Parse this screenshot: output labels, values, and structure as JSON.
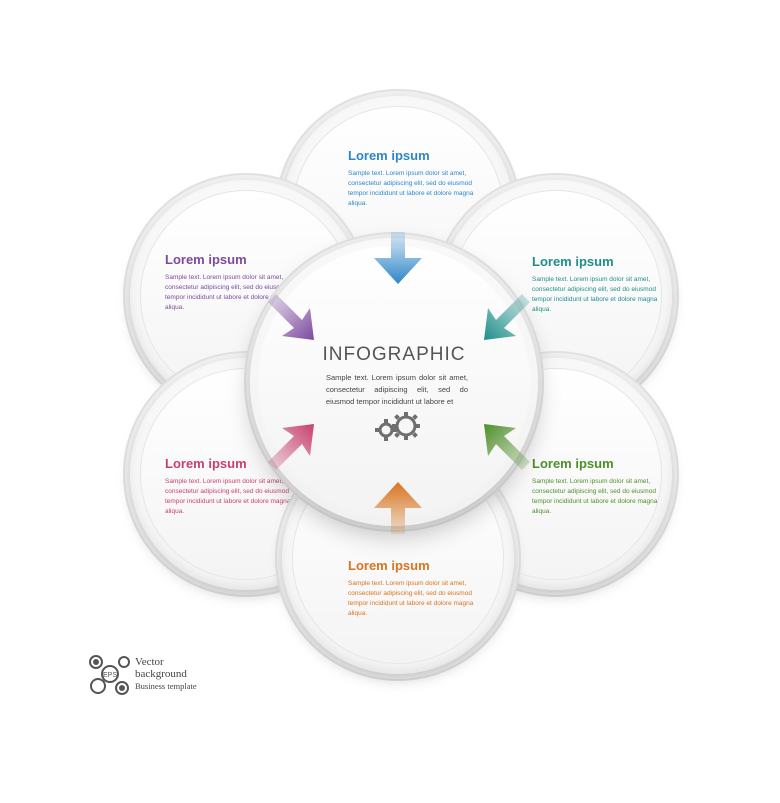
{
  "center": {
    "title": "INFOGRAPHIC",
    "body": "Sample text. Lorem ipsum dolor sit amet, consectetur adipiscing elit, sed do eiusmod tempor incididunt ut labore et"
  },
  "petals": [
    {
      "title": "Lorem ipsum",
      "body": "Sample text. Lorem ipsum dolor sit amet, consectetur adipiscing elit, sed do eiusmod tempor incididunt ut labore et dolore magna aliqua.",
      "color": "#2e86c8"
    },
    {
      "title": "Lorem ipsum",
      "body": "Sample text. Lorem ipsum dolor sit amet, consectetur adipiscing elit, sed do eiusmod tempor incididunt ut labore et dolore magna aliqua.",
      "color": "#1f8f8a"
    },
    {
      "title": "Lorem ipsum",
      "body": "Sample text. Lorem ipsum dolor sit amet, consectetur adipiscing elit, sed do eiusmod tempor incididunt ut labore et dolore magna aliqua.",
      "color": "#4f8f2b"
    },
    {
      "title": "Lorem ipsum",
      "body": "Sample text. Lorem ipsum dolor sit amet, consectetur adipiscing elit, sed do eiusmod tempor incididunt ut labore et dolore magna aliqua.",
      "color": "#d9741f"
    },
    {
      "title": "Lorem ipsum",
      "body": "Sample text. Lorem ipsum dolor sit amet, consectetur adipiscing elit, sed do eiusmod tempor incididunt ut labore et dolore magna aliqua.",
      "color": "#c7416e"
    },
    {
      "title": "Lorem ipsum",
      "body": "Sample text. Lorem ipsum dolor sit amet, consectetur adipiscing elit, sed do eiusmod tempor incididunt ut labore et dolore magna aliqua.",
      "color": "#7c4a9e"
    }
  ],
  "logo": {
    "badge": "EPS",
    "line1": "Vector",
    "line2": "background",
    "line3": "Business template"
  }
}
